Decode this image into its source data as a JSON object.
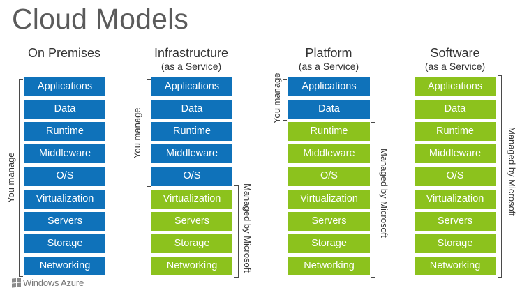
{
  "title": "Cloud Models",
  "footer_logo": "Windows Azure",
  "colors": {
    "customer_managed": "#0f72ba",
    "microsoft_managed": "#8cc21d"
  },
  "you_manage_label": "You manage",
  "managed_by_label": "Managed by Microsoft",
  "columns": [
    {
      "title": "On Premises",
      "subtitle": "",
      "layers": [
        {
          "label": "Applications",
          "managed": "you"
        },
        {
          "label": "Data",
          "managed": "you"
        },
        {
          "label": "Runtime",
          "managed": "you"
        },
        {
          "label": "Middleware",
          "managed": "you"
        },
        {
          "label": "O/S",
          "managed": "you"
        },
        {
          "label": "Virtualization",
          "managed": "you"
        },
        {
          "label": "Servers",
          "managed": "you"
        },
        {
          "label": "Storage",
          "managed": "you"
        },
        {
          "label": "Networking",
          "managed": "you"
        }
      ]
    },
    {
      "title": "Infrastructure",
      "subtitle": "(as a Service)",
      "layers": [
        {
          "label": "Applications",
          "managed": "you"
        },
        {
          "label": "Data",
          "managed": "you"
        },
        {
          "label": "Runtime",
          "managed": "you"
        },
        {
          "label": "Middleware",
          "managed": "you"
        },
        {
          "label": "O/S",
          "managed": "you"
        },
        {
          "label": "Virtualization",
          "managed": "microsoft"
        },
        {
          "label": "Servers",
          "managed": "microsoft"
        },
        {
          "label": "Storage",
          "managed": "microsoft"
        },
        {
          "label": "Networking",
          "managed": "microsoft"
        }
      ]
    },
    {
      "title": "Platform",
      "subtitle": "(as a Service)",
      "layers": [
        {
          "label": "Applications",
          "managed": "you"
        },
        {
          "label": "Data",
          "managed": "you"
        },
        {
          "label": "Runtime",
          "managed": "microsoft"
        },
        {
          "label": "Middleware",
          "managed": "microsoft"
        },
        {
          "label": "O/S",
          "managed": "microsoft"
        },
        {
          "label": "Virtualization",
          "managed": "microsoft"
        },
        {
          "label": "Servers",
          "managed": "microsoft"
        },
        {
          "label": "Storage",
          "managed": "microsoft"
        },
        {
          "label": "Networking",
          "managed": "microsoft"
        }
      ]
    },
    {
      "title": "Software",
      "subtitle": "(as a Service)",
      "layers": [
        {
          "label": "Applications",
          "managed": "microsoft"
        },
        {
          "label": "Data",
          "managed": "microsoft"
        },
        {
          "label": "Runtime",
          "managed": "microsoft"
        },
        {
          "label": "Middleware",
          "managed": "microsoft"
        },
        {
          "label": "O/S",
          "managed": "microsoft"
        },
        {
          "label": "Virtualization",
          "managed": "microsoft"
        },
        {
          "label": "Servers",
          "managed": "microsoft"
        },
        {
          "label": "Storage",
          "managed": "microsoft"
        },
        {
          "label": "Networking",
          "managed": "microsoft"
        }
      ]
    }
  ]
}
